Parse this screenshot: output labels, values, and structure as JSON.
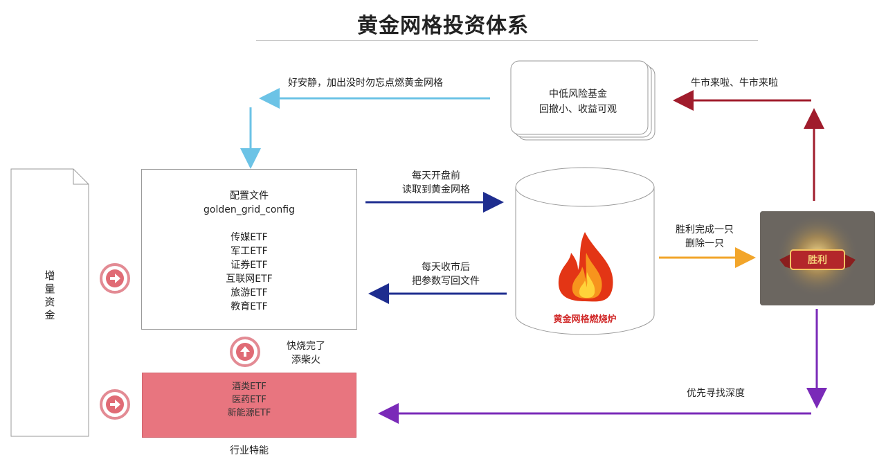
{
  "title": "黄金网格投资体系",
  "left_doc": {
    "text": "增量资金"
  },
  "config_box": {
    "title": "配置文件",
    "filename": "golden_grid_config",
    "etfs": [
      "传媒ETF",
      "军工ETF",
      "证券ETF",
      "互联网ETF",
      "旅游ETF",
      "教育ETF"
    ]
  },
  "hot_box": {
    "etfs": [
      "酒类ETF",
      "医药ETF",
      "新能源ETF"
    ],
    "caption": "行业特能"
  },
  "fund_box": {
    "line1": "中低风险基金",
    "line2": "回撤小、收益可观"
  },
  "cylinder": {
    "label": "黄金网格燃烧炉"
  },
  "victory": {
    "label": "胜利"
  },
  "arrows": {
    "top_left": "好安静，加出没时勿忘点燃黄金网格",
    "top_right": "牛市来啦、牛市来啦",
    "to_cylinder_1": "每天开盘前",
    "to_cylinder_2": "读取到黄金网格",
    "from_cylinder_1": "每天收市后",
    "from_cylinder_2": "把参数写回文件",
    "to_victory_1": "胜利完成一只",
    "to_victory_2": "删除一只",
    "up_1": "快烧完了",
    "up_2": "添柴火",
    "bottom": "优先寻找深度"
  },
  "colors": {
    "cyan": "#6cc3e6",
    "navy": "#1e2d8f",
    "darkred": "#a01c2c",
    "orange": "#f2a52a",
    "purple": "#7a2ab8",
    "pink_circle": "#e38b94"
  }
}
